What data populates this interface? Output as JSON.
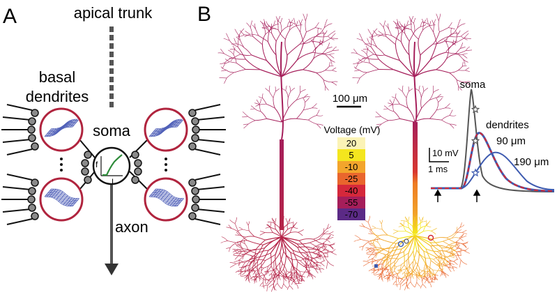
{
  "panel_a": {
    "letter": "A",
    "apical_label": "apical trunk",
    "basal_label_line1": "basal",
    "basal_label_line2": "dendrites",
    "soma_label": "soma",
    "axon_label": "axon",
    "fi_f": "f",
    "fi_i": "I",
    "colors": {
      "ring": "#b0243e",
      "mesh": "#5060b8",
      "fi_curve": "#2e8b3a",
      "syn": "#8a8a8a"
    }
  },
  "panel_b": {
    "letter": "B",
    "scalebar_label": "100 μm",
    "voltage_legend": {
      "title": "Voltage (mV)",
      "levels": [
        {
          "label": "20",
          "color": "#fbf3b6"
        },
        {
          "label": "5",
          "color": "#f4e61e"
        },
        {
          "label": "-10",
          "color": "#f3a52c"
        },
        {
          "label": "-25",
          "color": "#e9662d"
        },
        {
          "label": "-40",
          "color": "#d5283b"
        },
        {
          "label": "-55",
          "color": "#a51e5a"
        },
        {
          "label": "-70",
          "color": "#5b2a86"
        }
      ]
    },
    "traces": {
      "soma_label": "soma",
      "dendrites_label": "dendrites",
      "near_label": "90 μm",
      "far_label": "190 μm",
      "scale_v": "10 mV",
      "scale_t": "1 ms",
      "colors": {
        "soma": "#555555",
        "near": "#d42a35",
        "far": "#3e5bb0"
      }
    }
  }
}
